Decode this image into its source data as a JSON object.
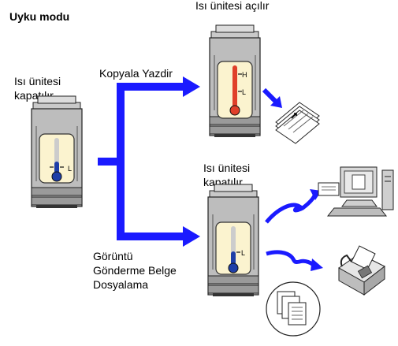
{
  "title": "Uyku modu",
  "left_state": {
    "line1": "Isı ünitesi",
    "line2": "kapatılır"
  },
  "top_state": "Isı ünitesi açılır",
  "bottom_state": {
    "line1": "Isı ünitesi",
    "line2": "kapatılır"
  },
  "copy_print_label": "Kopyala Yazdir",
  "send_file_label": {
    "line1": "Görüntü",
    "line2": "Gönderme Belge",
    "line3": "Dosyalama"
  },
  "thermometer": {
    "high": "H",
    "low": "L"
  },
  "colors": {
    "arrow": "#1a1aff",
    "hot": "#e0402a",
    "cold": "#1e3ea8",
    "panel": "#fbf3cf"
  }
}
